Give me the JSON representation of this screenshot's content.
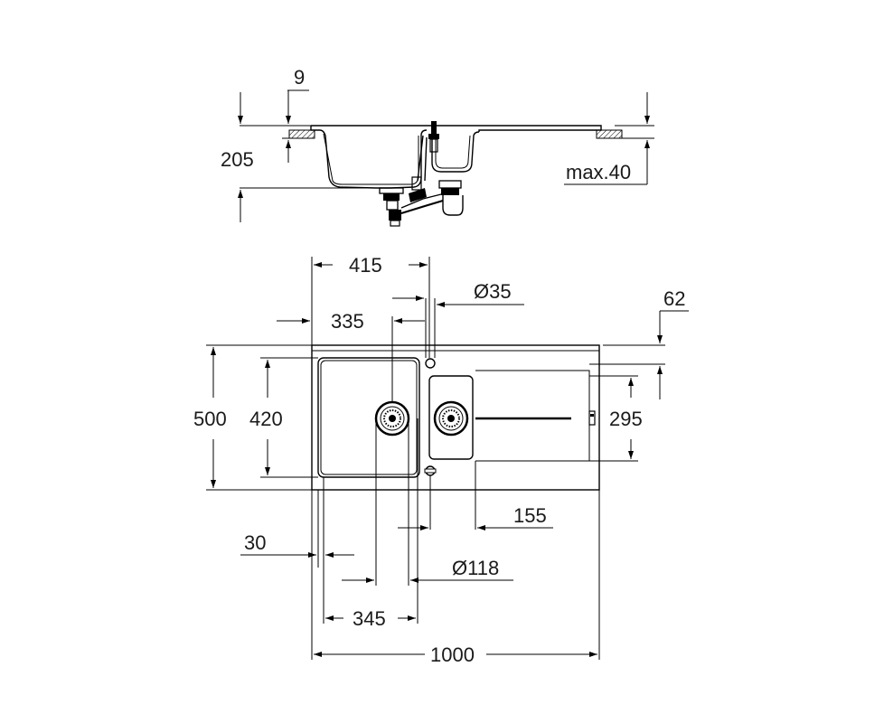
{
  "dimensions": {
    "profile_rim_thickness": "9",
    "profile_depth": "205",
    "profile_max_worktop": "max.40",
    "bowl_offset": "415",
    "tap_hole_diameter": "Ø35",
    "left_offset": "335",
    "right_margin": "62",
    "total_depth": "500",
    "bowl_depth": "420",
    "drainer_depth": "295",
    "drainer_offset": "155",
    "edge_offset": "30",
    "waste_diameter": "Ø118",
    "bowl_width": "345",
    "total_width": "1000"
  },
  "colors": {
    "line": "#000000",
    "text": "#1a1a1a",
    "background": "#ffffff"
  }
}
